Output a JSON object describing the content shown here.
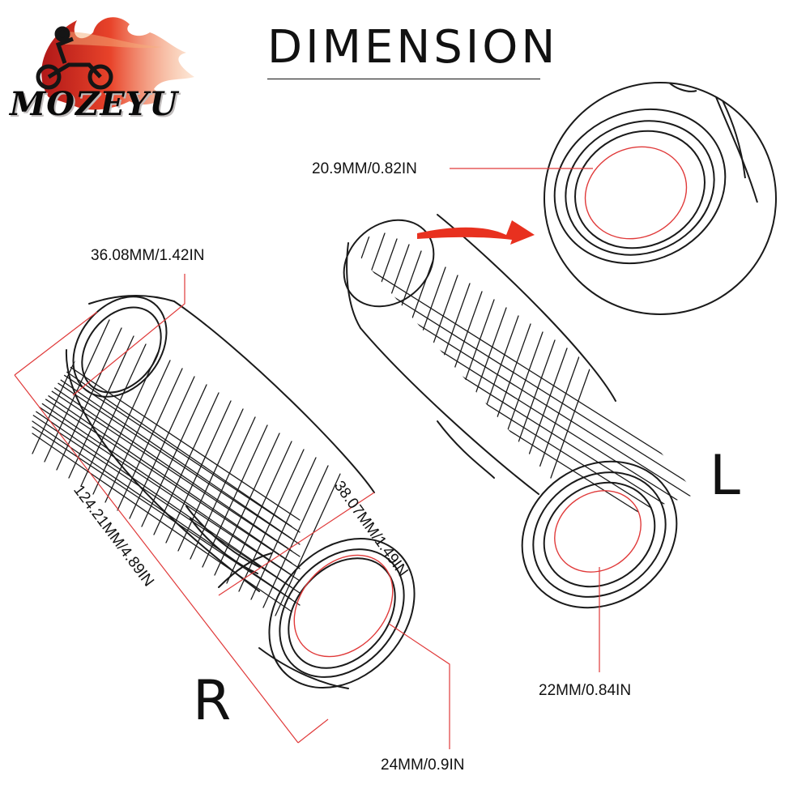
{
  "title": "DIMENSION",
  "brand": {
    "name": "MOZEYU",
    "colors": {
      "flame_dark": "#b01818",
      "flame_mid": "#e8432a",
      "flame_light": "#f6b07a",
      "rider": "#151515"
    }
  },
  "measurements": {
    "top_end_diameter": "36.08MM/1.42IN",
    "inner_diameter_left_detail": "20.9MM/0.82IN",
    "outer_diameter": "38.07MM/1.49IN",
    "total_length": "124.21MM/4.89IN",
    "inner_diameter_left": "22MM/0.84IN",
    "inner_diameter_right": "24MM/0.9IN"
  },
  "sides": {
    "left": "L",
    "right": "R"
  },
  "colors": {
    "line": "#1a1a1a",
    "dimension_line": "#e03a3a",
    "arrow": "#e8311f"
  },
  "icons": [
    "flame-logo-icon",
    "rider-icon",
    "curved-arrow-icon",
    "magnifier-circle-icon",
    "handlebar-grip-icon"
  ]
}
